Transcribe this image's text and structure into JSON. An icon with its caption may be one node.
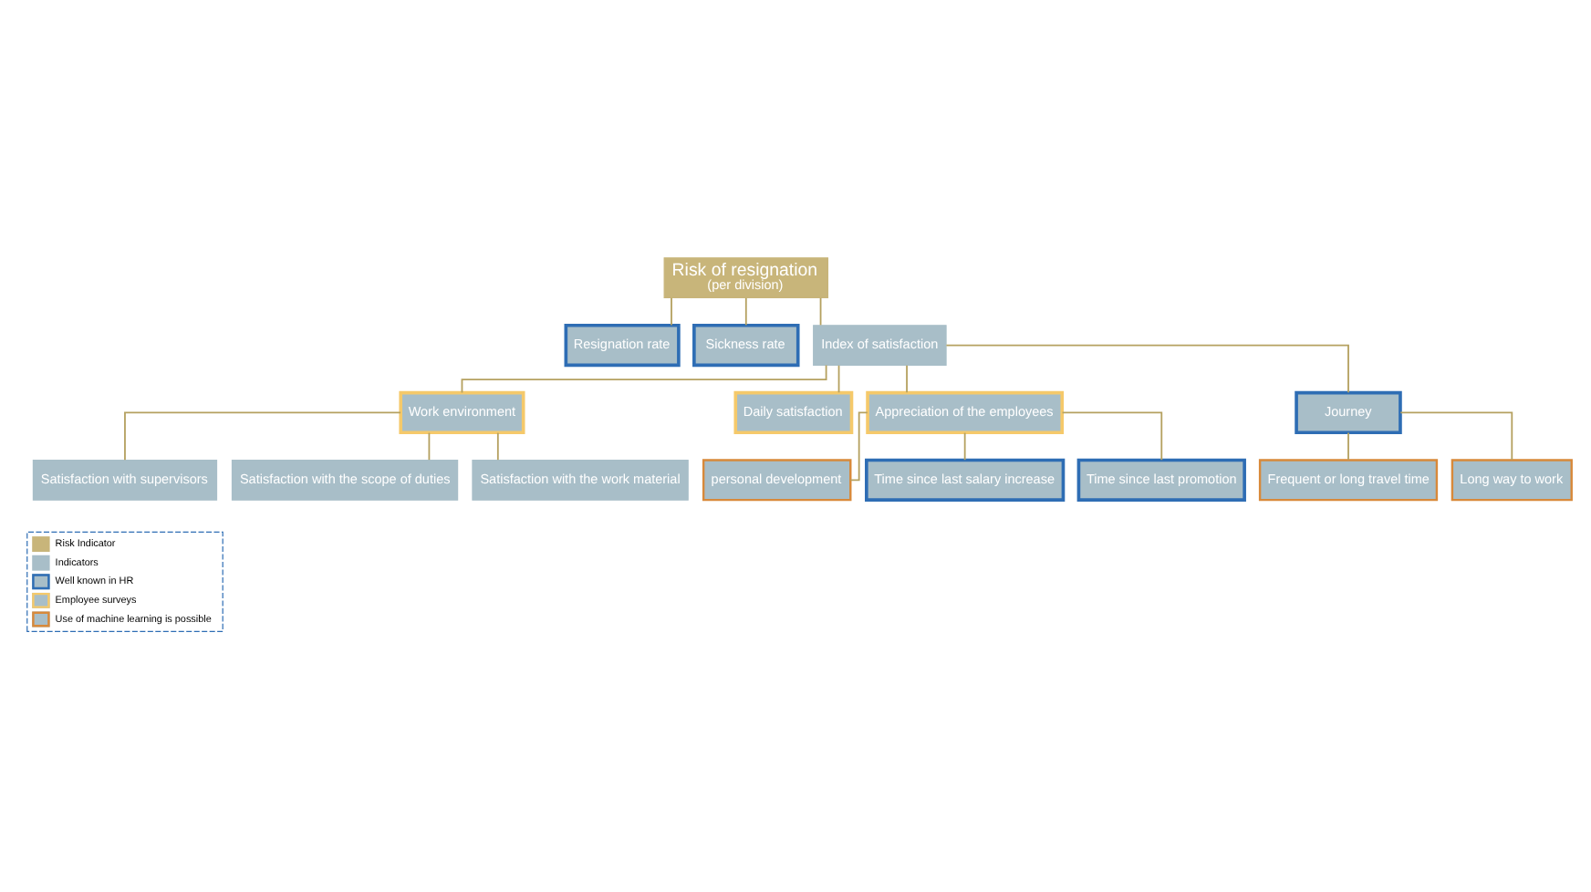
{
  "diagram": {
    "nodes": [
      {
        "text": [
          "Risk of resignation",
          "(per division)"
        ]
      },
      {
        "text": [
          "Resignation rate"
        ]
      },
      {
        "text": [
          "Sickness rate"
        ]
      },
      {
        "text": [
          "Index of satisfaction"
        ]
      },
      {
        "text": [
          "Work environment"
        ]
      },
      {
        "text": [
          "Daily satisfaction"
        ]
      },
      {
        "text": [
          "Appreciation of the employees"
        ]
      },
      {
        "text": [
          "Journey"
        ]
      },
      {
        "text": [
          "Satisfaction with supervisors"
        ]
      },
      {
        "text": [
          "Satisfaction with the scope of duties"
        ]
      },
      {
        "text": [
          "Satisfaction with the work material"
        ]
      },
      {
        "text": [
          "personal development"
        ]
      },
      {
        "text": [
          "Time since last salary increase"
        ]
      },
      {
        "text": [
          "Time since last promotion"
        ]
      },
      {
        "text": [
          "Frequent or long travel time"
        ]
      },
      {
        "text": [
          "Long way to work"
        ]
      }
    ],
    "edges": [
      {
        "from": 0,
        "to": 1,
        "arrow": "none"
      },
      {
        "from": 0,
        "to": 2,
        "arrow": "none"
      },
      {
        "from": 0,
        "to": 3,
        "arrow": "none"
      },
      {
        "from": 3,
        "to": 4,
        "arrow": "none"
      },
      {
        "from": 3,
        "to": 5,
        "arrow": "none"
      },
      {
        "from": 3,
        "to": 6,
        "arrow": "none"
      },
      {
        "from": 3,
        "to": 7,
        "arrow": "none"
      },
      {
        "from": 4,
        "to": 8,
        "arrow": "none"
      },
      {
        "from": 4,
        "to": 9,
        "arrow": "none"
      },
      {
        "from": 4,
        "to": 10,
        "arrow": "none"
      },
      {
        "from": 6,
        "to": 11,
        "arrow": "none"
      },
      {
        "from": 6,
        "to": 12,
        "arrow": "none"
      },
      {
        "from": 6,
        "to": 13,
        "arrow": "none"
      },
      {
        "from": 7,
        "to": 14,
        "arrow": "none"
      },
      {
        "from": 7,
        "to": 15,
        "arrow": "none"
      }
    ],
    "legend": [
      {
        "text": "Risk Indicator",
        "color": "#c8b57a"
      },
      {
        "text": "Indicators",
        "color": "#a8bec8"
      },
      {
        "text": "Well known in HR"
      },
      {
        "text": "Employee surveys"
      },
      {
        "text": "Use of machine learning is possible"
      }
    ]
  }
}
